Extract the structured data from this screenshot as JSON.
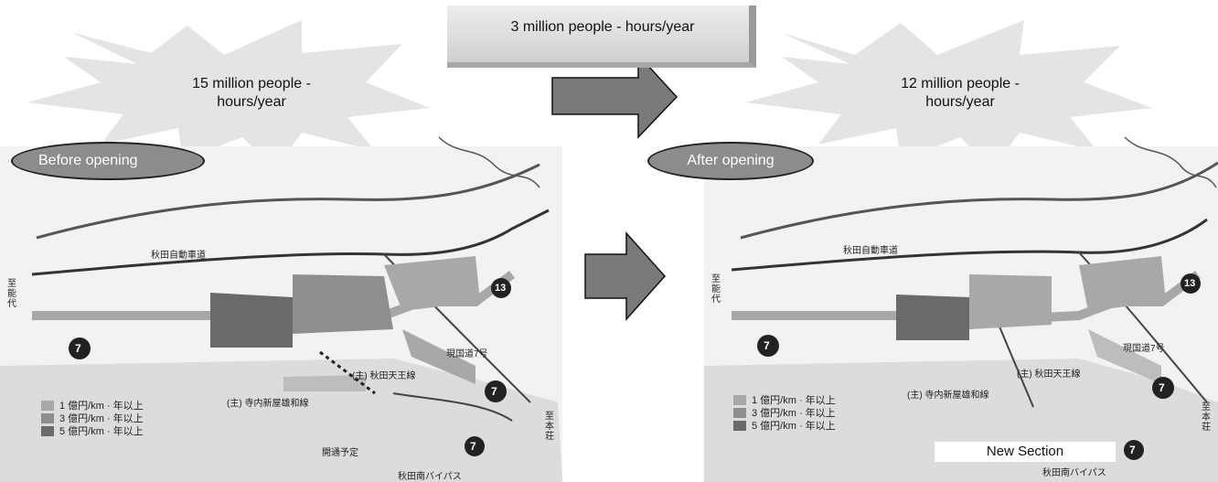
{
  "top_box": {
    "text": "3 million people - hours/year"
  },
  "left_panel": {
    "burst_text": "15 million people - hours/year",
    "oval_label": "Before opening",
    "road_labels": {
      "expressway": "秋田自動車道",
      "national_road": "現国道7号",
      "main_road_1": "(主) 秋田天王線",
      "main_road_2": "(主) 寺内新屋雄和線",
      "planned": "開通予定",
      "bypass": "秋田南バイパス",
      "direction_north": "至能代",
      "direction_south": "至本荘"
    },
    "legend": [
      {
        "label": "1 億円/km · 年以上",
        "color": "#a8a8a8"
      },
      {
        "label": "3 億円/km · 年以上",
        "color": "#8e8e8e"
      },
      {
        "label": "5 億円/km · 年以上",
        "color": "#6a6a6a"
      }
    ],
    "route_markers": [
      "7",
      "13",
      "7",
      "7"
    ]
  },
  "right_panel": {
    "burst_text": "12 million people - hours/year",
    "oval_label": "After opening",
    "new_section": "New Section",
    "road_labels": {
      "expressway": "秋田自動車道",
      "national_road": "現国道7号",
      "main_road_1": "(主) 秋田天王線",
      "main_road_2": "(主) 寺内新屋雄和線",
      "bypass": "秋田南バイパス",
      "direction_north": "至能代",
      "direction_south": "至本荘"
    },
    "legend": [
      {
        "label": "1 億円/km · 年以上",
        "color": "#a8a8a8"
      },
      {
        "label": "3 億円/km · 年以上",
        "color": "#8e8e8e"
      },
      {
        "label": "5 億円/km · 年以上",
        "color": "#6a6a6a"
      }
    ],
    "route_markers": [
      "7",
      "13",
      "7",
      "7"
    ]
  },
  "colors": {
    "arrow_fill": "#7a7a7a",
    "burst_fill": "#e4e4e4",
    "oval_fill": "#8c8c8c"
  }
}
